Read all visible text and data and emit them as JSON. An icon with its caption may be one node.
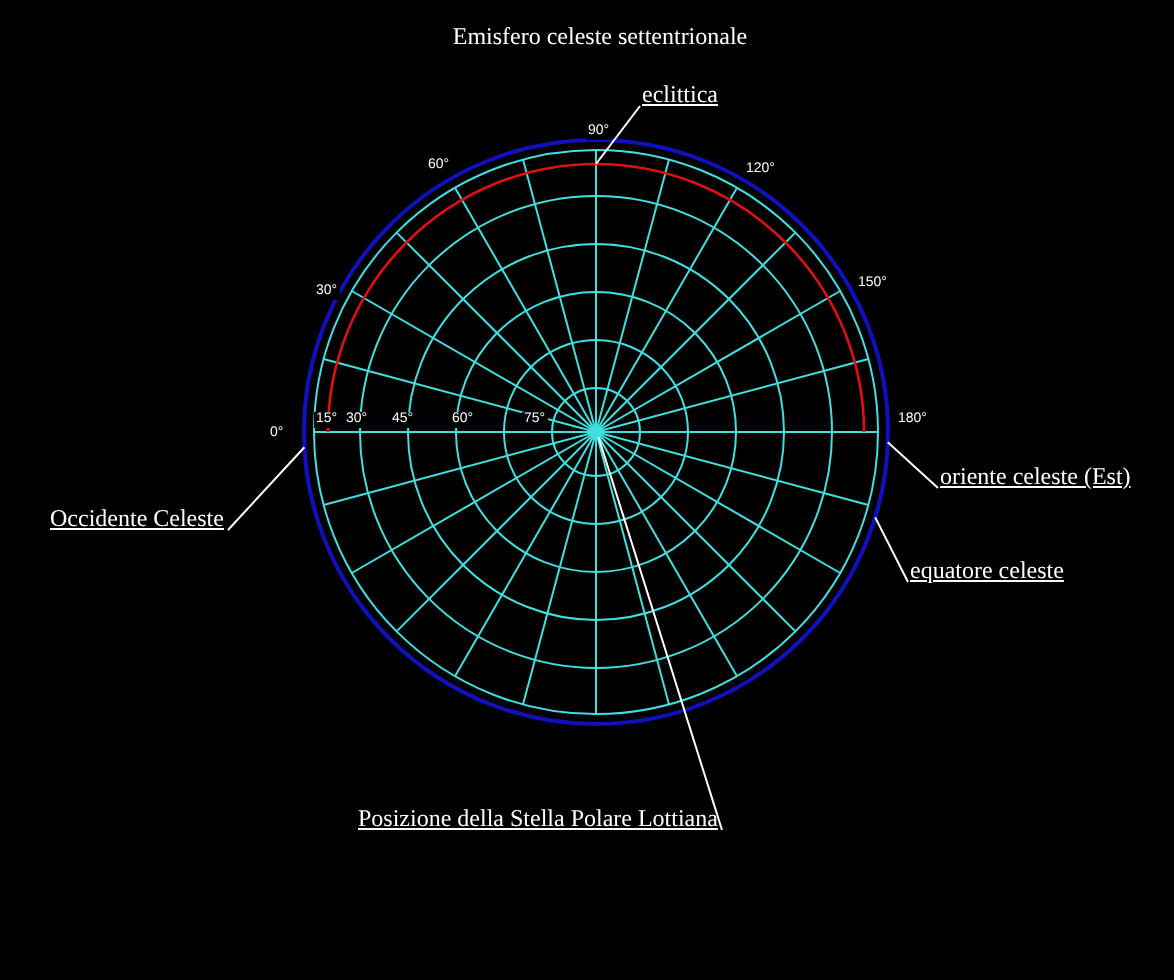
{
  "diagram": {
    "title": "Emisfero celeste settentrionale",
    "nodes": [
      {
        "text": [
          "eclittica"
        ]
      },
      {
        "text": [],
        "shape": "arc",
        "in": 5
      },
      {
        "text": [
          "Occidente Celeste"
        ]
      },
      {
        "text": [
          "oriente celeste (Est)"
        ]
      },
      {
        "text": [
          "equatore celeste"
        ]
      },
      {
        "text": [],
        "shape": "circle"
      },
      {
        "text": [
          "Posizione della Stella Polare Lottiana"
        ]
      },
      {
        "text": [],
        "shape": "point",
        "in": 5
      }
    ],
    "edges": [
      {
        "from": 0,
        "to": 1,
        "arrow": "none"
      },
      {
        "from": 2,
        "to": 5,
        "arrow": "none"
      },
      {
        "from": 3,
        "to": 5,
        "arrow": "none"
      },
      {
        "from": 4,
        "to": 5,
        "arrow": "none"
      },
      {
        "from": 6,
        "to": 7,
        "arrow": "none"
      }
    ],
    "labels": [
      "90°",
      "60°",
      "120°",
      "30°",
      "150°",
      "0°",
      "15°",
      "30°",
      "45°",
      "60°",
      "75°",
      "180°"
    ]
  }
}
